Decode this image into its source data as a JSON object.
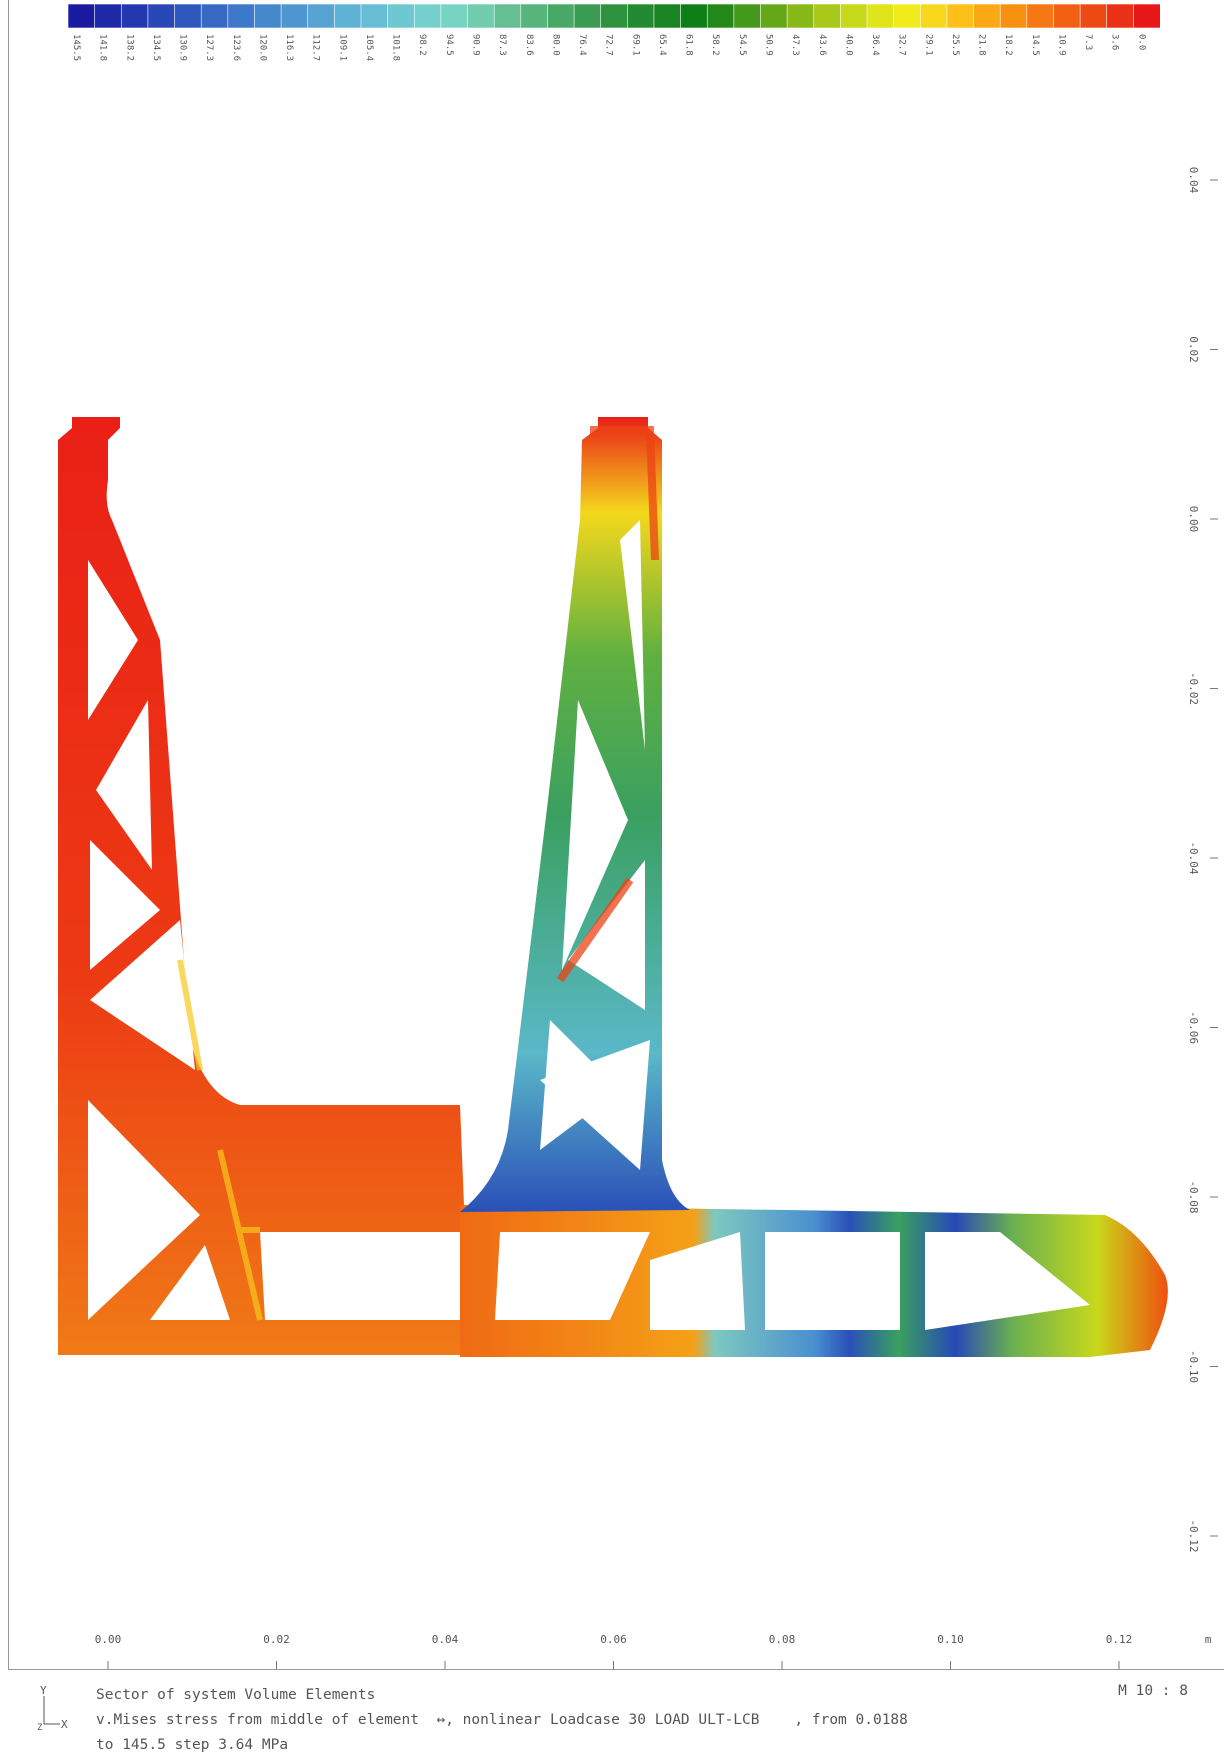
{
  "legend": {
    "values": [
      "145.5",
      "141.8",
      "138.2",
      "134.5",
      "130.9",
      "127.3",
      "123.6",
      "120.0",
      "116.3",
      "112.7",
      "109.1",
      "105.4",
      "101.8",
      "98.2",
      "94.5",
      "90.9",
      "87.3",
      "83.6",
      "80.0",
      "76.4",
      "72.7",
      "69.1",
      "65.4",
      "61.8",
      "58.2",
      "54.5",
      "50.9",
      "47.3",
      "43.6",
      "40.0",
      "36.4",
      "32.7",
      "29.1",
      "25.5",
      "21.8",
      "18.2",
      "14.5",
      "10.9",
      "7.3",
      "3.6",
      "0.0"
    ],
    "colors": [
      "#1a1aa0",
      "#1e2aa8",
      "#2238b0",
      "#2848b8",
      "#2e58bf",
      "#3668c4",
      "#3e78c8",
      "#4688cc",
      "#4e96d0",
      "#56a4d2",
      "#5eb2d4",
      "#66bed4",
      "#6ec8d2",
      "#74d0cc",
      "#76d4c2",
      "#70ccac",
      "#64c092",
      "#56b47c",
      "#48a866",
      "#3a9c52",
      "#2e9240",
      "#228a30",
      "#1a8424",
      "#0e7e16",
      "#22881a",
      "#44981a",
      "#64a81a",
      "#88b81a",
      "#a8c81a",
      "#c8d81a",
      "#e0e41a",
      "#f2ec1c",
      "#f8d81c",
      "#fcc018",
      "#fca814",
      "#fa9012",
      "#f67812",
      "#f26012",
      "#ee4814",
      "#ea3016",
      "#e81818"
    ]
  },
  "axes": {
    "x_ticks": [
      "0.00",
      "0.02",
      "0.04",
      "0.06",
      "0.08",
      "0.10",
      "0.12"
    ],
    "x_unit": "m",
    "y_ticks": [
      "0.04",
      "0.02",
      "0.00",
      "-0.02",
      "-0.04",
      "-0.06",
      "-0.08",
      "-0.10",
      "-0.12"
    ]
  },
  "caption": {
    "line1": "Sector of system Volume Elements",
    "line2": "v.Mises stress from middle of element",
    "line2_symbol": "↔",
    "line2_rest": ", nonlinear Loadcase 30 LOAD ULT-LCB    , from 0.0188",
    "line3": "to 145.5 step 3.64 MPa"
  },
  "scale": "M 10 : 8",
  "axis_glyph": {
    "y": "Y",
    "x": "X",
    "z": "Z"
  }
}
